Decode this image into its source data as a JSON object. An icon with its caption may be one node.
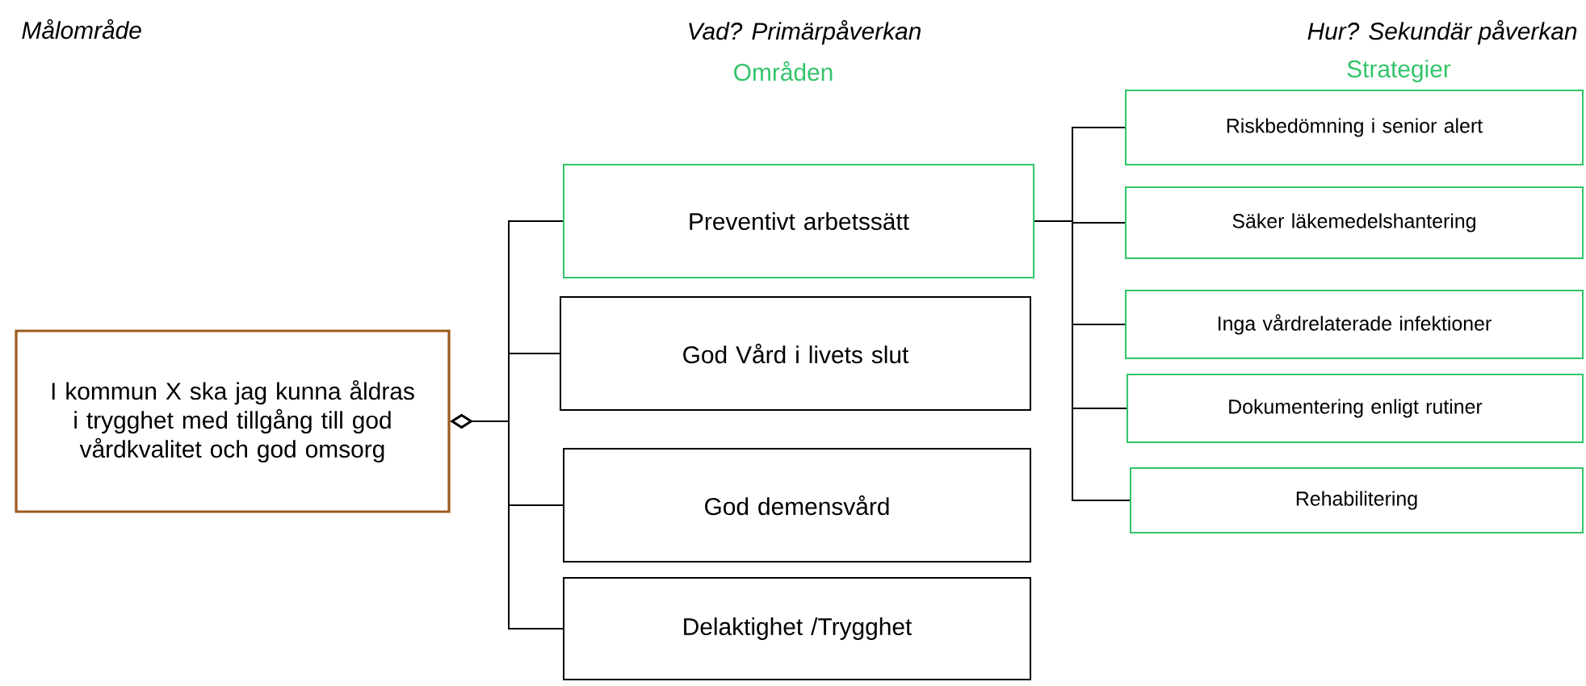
{
  "diagram": {
    "nodes": [
      {
        "text": [
          "I kommun X ska jag kunna åldras i trygghet med tillgång till god vårdkvalitet och god omsorg"
        ]
      },
      {
        "text": [
          "Preventivt arbetssätt"
        ]
      },
      {
        "text": [
          "God Vård i livets slut"
        ]
      },
      {
        "text": [
          "God demensvård"
        ]
      },
      {
        "text": [
          "Delaktighet /Trygghet"
        ]
      },
      {
        "text": [
          "Riskbedömning i senior alert"
        ]
      },
      {
        "text": [
          "Säker läkemedelshantering"
        ]
      },
      {
        "text": [
          "Inga vårdrelaterade infektioner"
        ]
      },
      {
        "text": [
          "Dokumentering enligt rutiner"
        ]
      },
      {
        "text": [
          "Rehabilitering"
        ]
      }
    ],
    "edges": [
      {
        "from": 0,
        "to": 1,
        "arrow": "other"
      },
      {
        "from": 0,
        "to": 2,
        "arrow": "other"
      },
      {
        "from": 0,
        "to": 3,
        "arrow": "other"
      },
      {
        "from": 0,
        "to": 4,
        "arrow": "other"
      },
      {
        "from": 1,
        "to": 5,
        "arrow": "none"
      },
      {
        "from": 1,
        "to": 6,
        "arrow": "none"
      },
      {
        "from": 1,
        "to": 7,
        "arrow": "none"
      },
      {
        "from": 1,
        "to": 8,
        "arrow": "none"
      },
      {
        "from": 1,
        "to": 9,
        "arrow": "none"
      }
    ],
    "labels": [
      "Målområde",
      "Vad? Primärpåverkan",
      "Områden",
      "Hur? Sekundär påverkan",
      "Strategier"
    ]
  }
}
